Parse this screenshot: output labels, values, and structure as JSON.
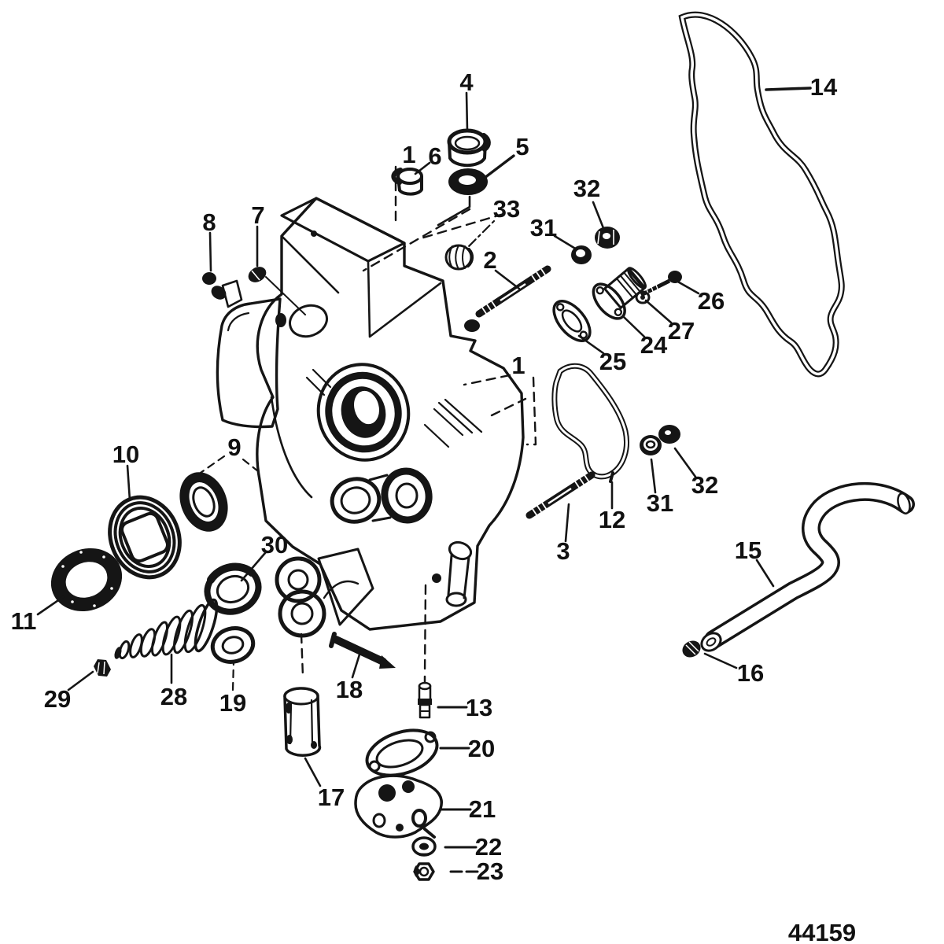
{
  "figure": {
    "type": "exploded-parts-diagram",
    "part_number": "44159",
    "callouts": [
      {
        "label": "4"
      },
      {
        "label": "1"
      },
      {
        "label": "6"
      },
      {
        "label": "5"
      },
      {
        "label": "33"
      },
      {
        "label": "2"
      },
      {
        "label": "32"
      },
      {
        "label": "31"
      },
      {
        "label": "8"
      },
      {
        "label": "7"
      },
      {
        "label": "14"
      },
      {
        "label": "26"
      },
      {
        "label": "27"
      },
      {
        "label": "24"
      },
      {
        "label": "25"
      },
      {
        "label": "1"
      },
      {
        "label": "12"
      },
      {
        "label": "3"
      },
      {
        "label": "31"
      },
      {
        "label": "32"
      },
      {
        "label": "10"
      },
      {
        "label": "9"
      },
      {
        "label": "11"
      },
      {
        "label": "30"
      },
      {
        "label": "29"
      },
      {
        "label": "28"
      },
      {
        "label": "19"
      },
      {
        "label": "18"
      },
      {
        "label": "17"
      },
      {
        "label": "13"
      },
      {
        "label": "20"
      },
      {
        "label": "21"
      },
      {
        "label": "22"
      },
      {
        "label": "23"
      },
      {
        "label": "15"
      },
      {
        "label": "16"
      }
    ]
  }
}
